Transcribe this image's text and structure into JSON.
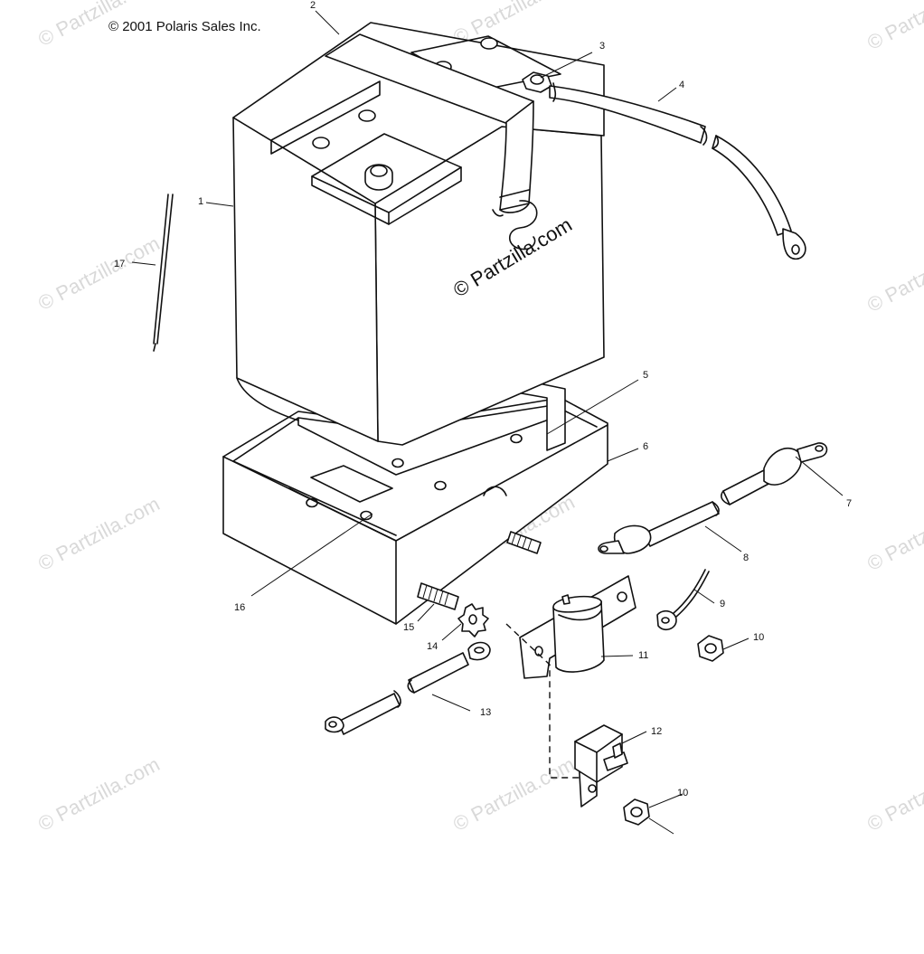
{
  "copyright": "© 2001 Polaris Sales Inc.",
  "watermark": "© Partzilla.com",
  "center_watermark": "© Partzilla.com",
  "callouts": {
    "c1": "1",
    "c2": "2",
    "c3": "3",
    "c4": "4",
    "c5": "5",
    "c6": "6",
    "c7": "7",
    "c8": "8",
    "c9": "9",
    "c10a": "10",
    "c10b": "10",
    "c11": "11",
    "c12": "12",
    "c13": "13",
    "c14": "14",
    "c15": "15",
    "c16": "16",
    "c17": "17"
  }
}
